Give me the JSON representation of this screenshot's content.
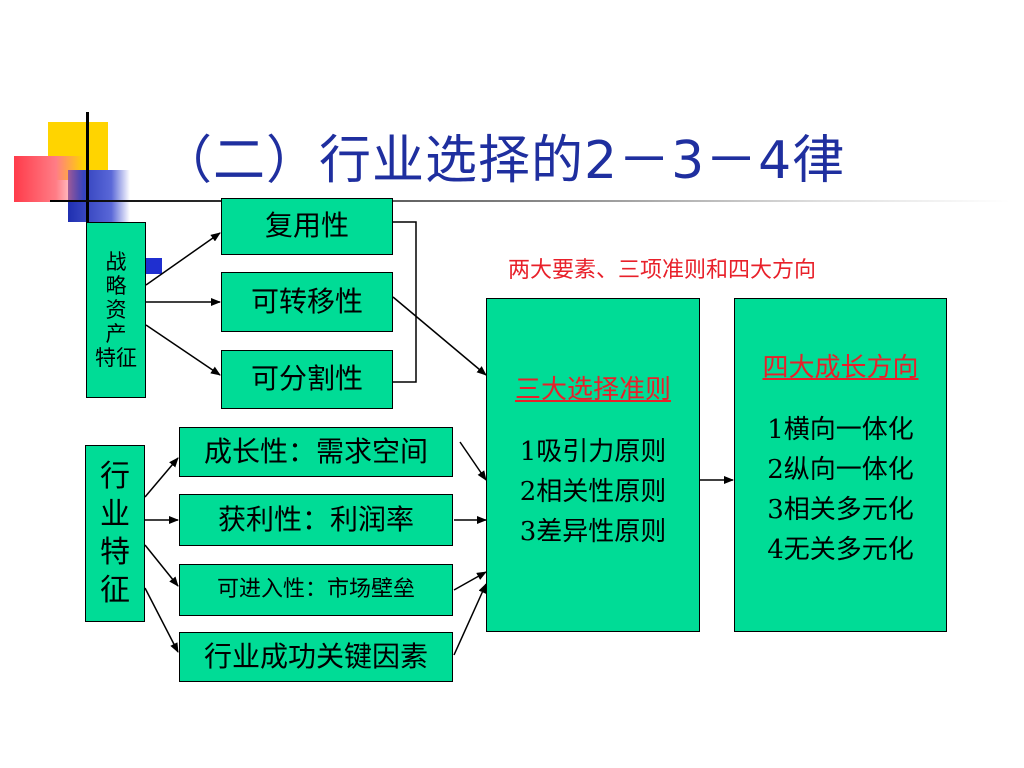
{
  "title": "（二）行业选择的2－3－4律",
  "subtitle": "两大要素、三项准则和四大方向",
  "strategic_assets": {
    "label_lines": [
      "战",
      "略",
      "资",
      "产",
      "特征"
    ],
    "items": [
      "复用性",
      "可转移性",
      "可分割性"
    ]
  },
  "industry": {
    "label_lines": [
      "行",
      "业",
      "特",
      "征"
    ],
    "items": [
      "成长性：需求空间",
      "获利性：利润率",
      "可进入性：市场壁垒",
      "行业成功关键因素"
    ]
  },
  "criteria": {
    "heading": "三大选择准则",
    "items": [
      "1吸引力原则",
      "2相关性原则",
      "3差异性原则"
    ]
  },
  "directions": {
    "heading": "四大成长方向",
    "items": [
      "1横向一体化",
      "2纵向一体化",
      "3相关多元化",
      "4无关多元化"
    ]
  },
  "colors": {
    "box_fill": "#00dc96",
    "title": "#1f2f9f",
    "accent_red": "#e8202a"
  }
}
